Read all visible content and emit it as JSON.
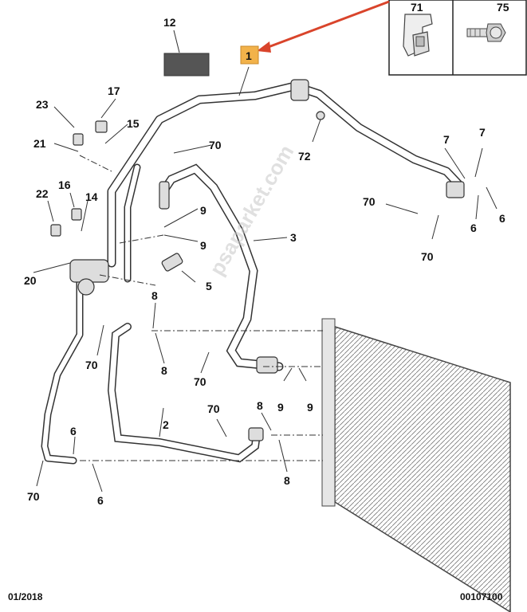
{
  "diagram": {
    "part_labels": {
      "p1": "1",
      "p2": "2",
      "p3": "3",
      "p5": "5",
      "p6a": "6",
      "p6b": "6",
      "p6c": "6",
      "p6d": "6",
      "p7a": "7",
      "p7b": "7",
      "p8a": "8",
      "p8b": "8",
      "p8c": "8",
      "p8d": "8",
      "p9a": "9",
      "p9b": "9",
      "p9c": "9",
      "p9d": "9",
      "p12": "12",
      "p14": "14",
      "p15": "15",
      "p16": "16",
      "p17": "17",
      "p20": "20",
      "p21": "21",
      "p22": "22",
      "p23": "23",
      "p70a": "70",
      "p70b": "70",
      "p70c": "70",
      "p70d": "70",
      "p70e": "70",
      "p70f": "70",
      "p70g": "70",
      "p71": "71",
      "p72": "72",
      "p75": "75"
    },
    "watermark": "psaparket.com",
    "footer": {
      "date": "01/2018",
      "code": "00107100"
    },
    "colors": {
      "highlight": "#f2b24a",
      "arrow": "#d9442b",
      "line": "#333333",
      "pipe": "#ffffff"
    }
  }
}
